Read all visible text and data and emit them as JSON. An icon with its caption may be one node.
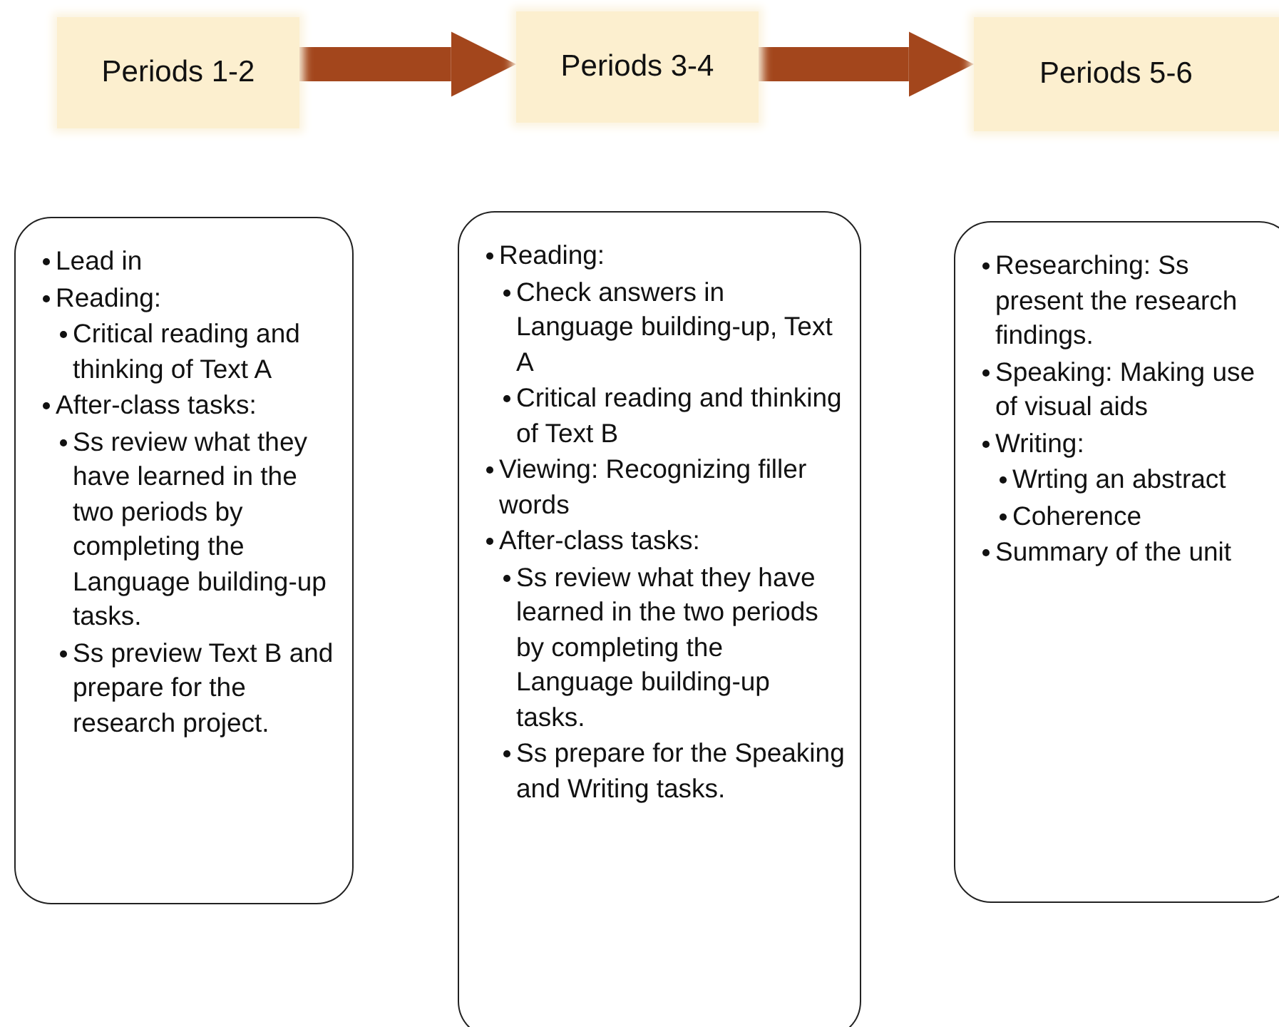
{
  "diagram": {
    "nodes": [
      {
        "text": [
          "Periods 1-2"
        ]
      },
      {
        "text": [
          "Periods 3-4"
        ]
      },
      {
        "text": [
          "Periods 5-6"
        ]
      },
      {
        "text": [
          "Lead in",
          "Reading:",
          "Critical reading and thinking of Text A",
          "After-class tasks:",
          "Ss review what they have learned in the two periods by completing the Language building-up tasks.",
          "Ss preview Text B and prepare for the research project."
        ]
      },
      {
        "text": [
          "Reading:",
          "Check answers in Language building-up, Text A",
          "Critical reading and thinking of Text B",
          "Viewing: Recognizing filler words",
          "After-class tasks:",
          "Ss review what they have learned in the two periods by completing the Language building-up tasks.",
          "Ss prepare for the Speaking and Writing tasks."
        ]
      },
      {
        "text": [
          "Researching: Ss present the research findings.",
          "Speaking: Making use of visual aids",
          "Writing:",
          "Wrting an abstract",
          "Coherence",
          "Summary of the unit"
        ]
      }
    ],
    "edges": [
      {
        "from": 0,
        "to": 1,
        "arrow": "to"
      },
      {
        "from": 1,
        "to": 2,
        "arrow": "to"
      }
    ]
  }
}
